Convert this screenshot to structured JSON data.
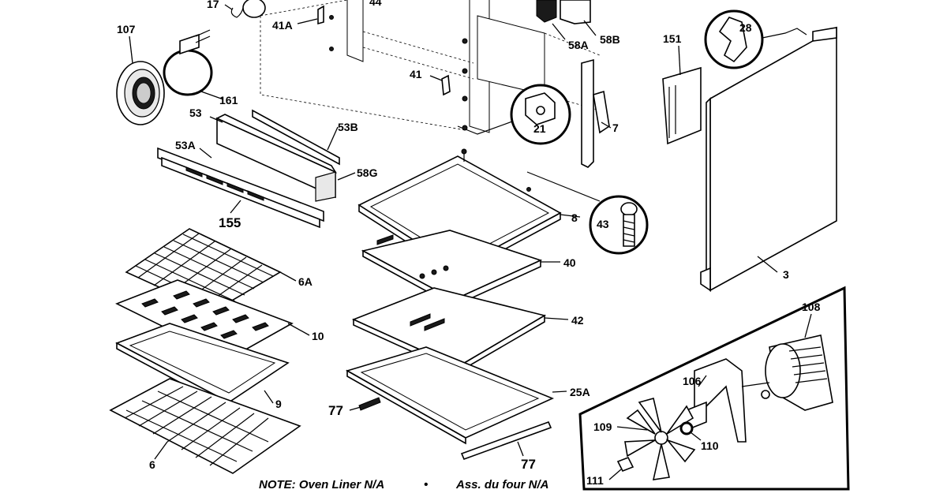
{
  "diagram": {
    "callouts": {
      "c17": "17",
      "c44": "44",
      "c107": "107",
      "c41A": "41A",
      "c58A": "58A",
      "c58B": "58B",
      "c151": "151",
      "c28": "28",
      "c161": "161",
      "c41": "41",
      "c53": "53",
      "c53B": "53B",
      "c21": "21",
      "c7": "7",
      "c53A": "53A",
      "c58G": "58G",
      "c155": "155",
      "c8": "8",
      "c43": "43",
      "c6A": "6A",
      "c40": "40",
      "c3": "3",
      "c10": "10",
      "c42": "42",
      "c108": "108",
      "c106": "106",
      "c9": "9",
      "c25A": "25A",
      "c77a": "77",
      "c77b": "77",
      "c109": "109",
      "c110": "110",
      "c6": "6",
      "c111": "111"
    },
    "note": {
      "left": "NOTE: Oven Liner N/A",
      "separator": "•",
      "right": "Ass. du four N/A"
    }
  }
}
